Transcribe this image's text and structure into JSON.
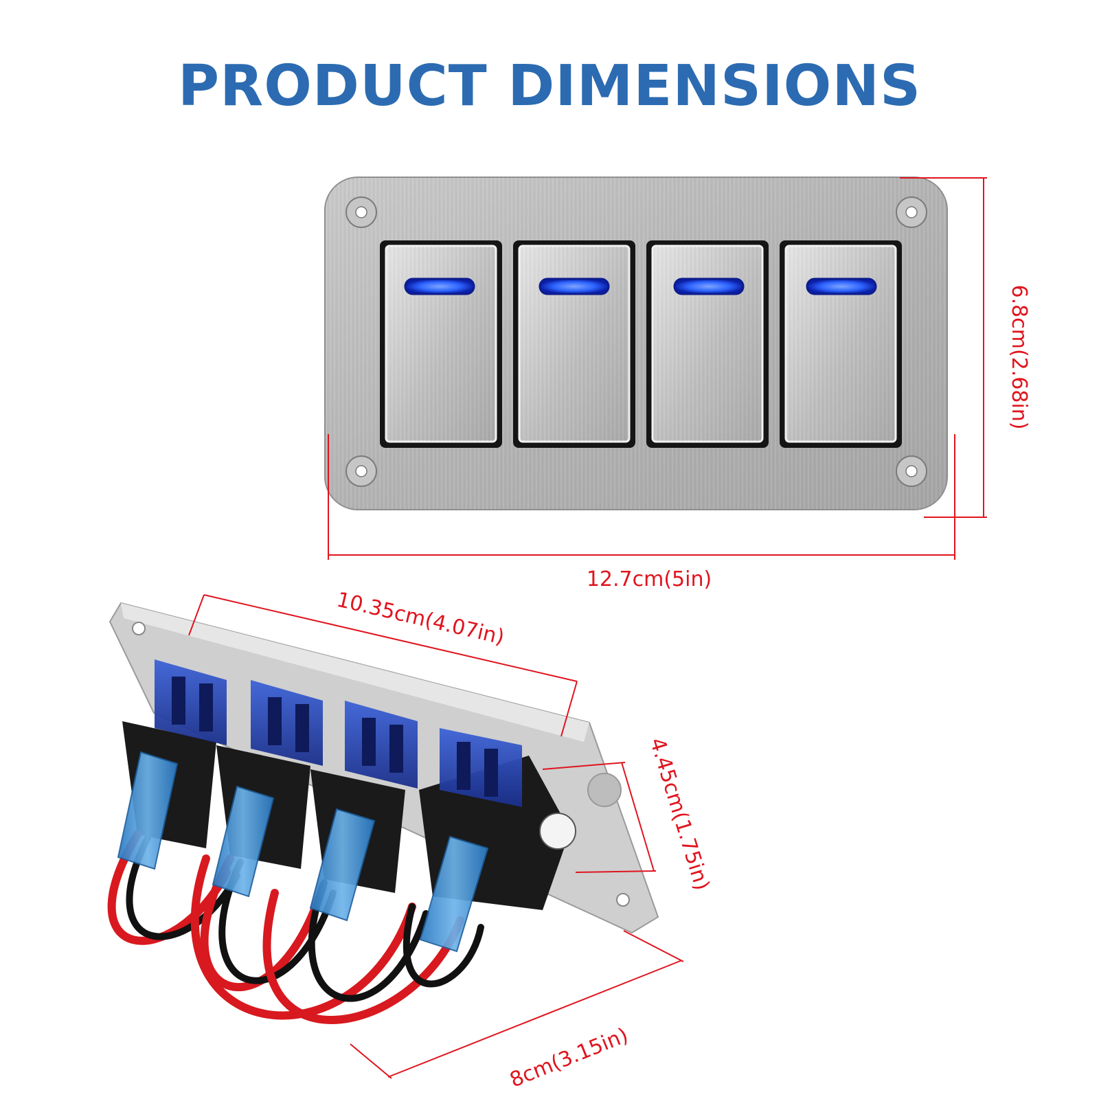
{
  "title": "PRODUCT DIMENSIONS",
  "colors": {
    "title": "#2c6bb1",
    "dimension_lines": "#e0141e",
    "indicator_light": "#2d64ff",
    "panel": "#b9b9b9"
  },
  "panel": {
    "switch_count": 4
  },
  "dimensions": {
    "panel_width": "12.7cm(5in)",
    "panel_height": "6.8cm(2.68in)",
    "body_length": "10.35cm(4.07in)",
    "body_depth": "4.45cm(1.75in)",
    "body_width": "8cm(3.15in)"
  }
}
